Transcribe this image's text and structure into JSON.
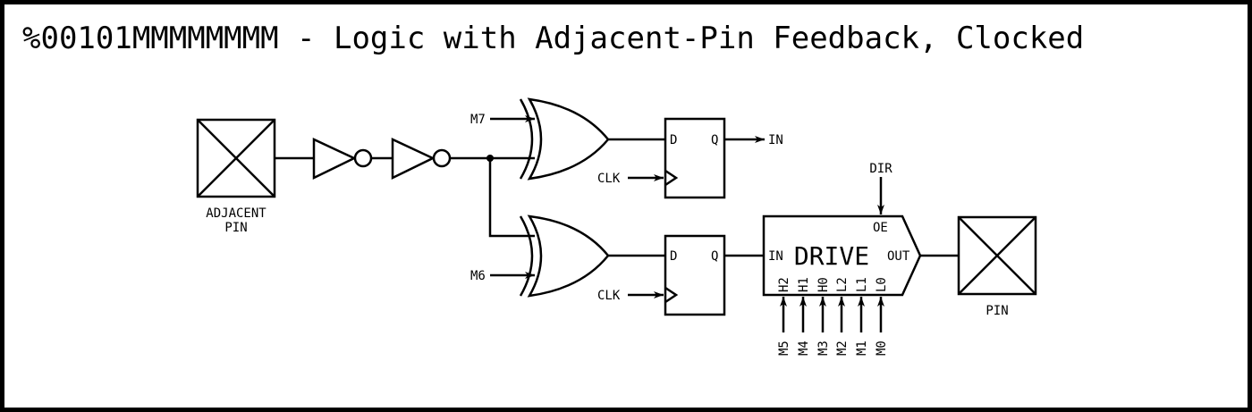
{
  "title": "%00101MMMMMMMM - Logic with Adjacent-Pin Feedback, Clocked",
  "labels": {
    "adjacent_pin_line1": "ADJACENT",
    "adjacent_pin_line2": "PIN",
    "pin": "PIN",
    "m7": "M7",
    "m6": "M6",
    "clk_top": "CLK",
    "clk_bottom": "CLK",
    "ff_d_top": "D",
    "ff_q_top": "Q",
    "ff_d_bottom": "D",
    "ff_q_bottom": "Q",
    "in_output": "IN",
    "dir": "DIR",
    "drive_title": "DRIVE",
    "drive_in": "IN",
    "drive_out": "OUT",
    "drive_oe": "OE",
    "drive_inputs": [
      "H2",
      "H1",
      "H0",
      "L2",
      "L1",
      "L0"
    ],
    "mode_bits": [
      "M5",
      "M4",
      "M3",
      "M2",
      "M1",
      "M0"
    ]
  }
}
